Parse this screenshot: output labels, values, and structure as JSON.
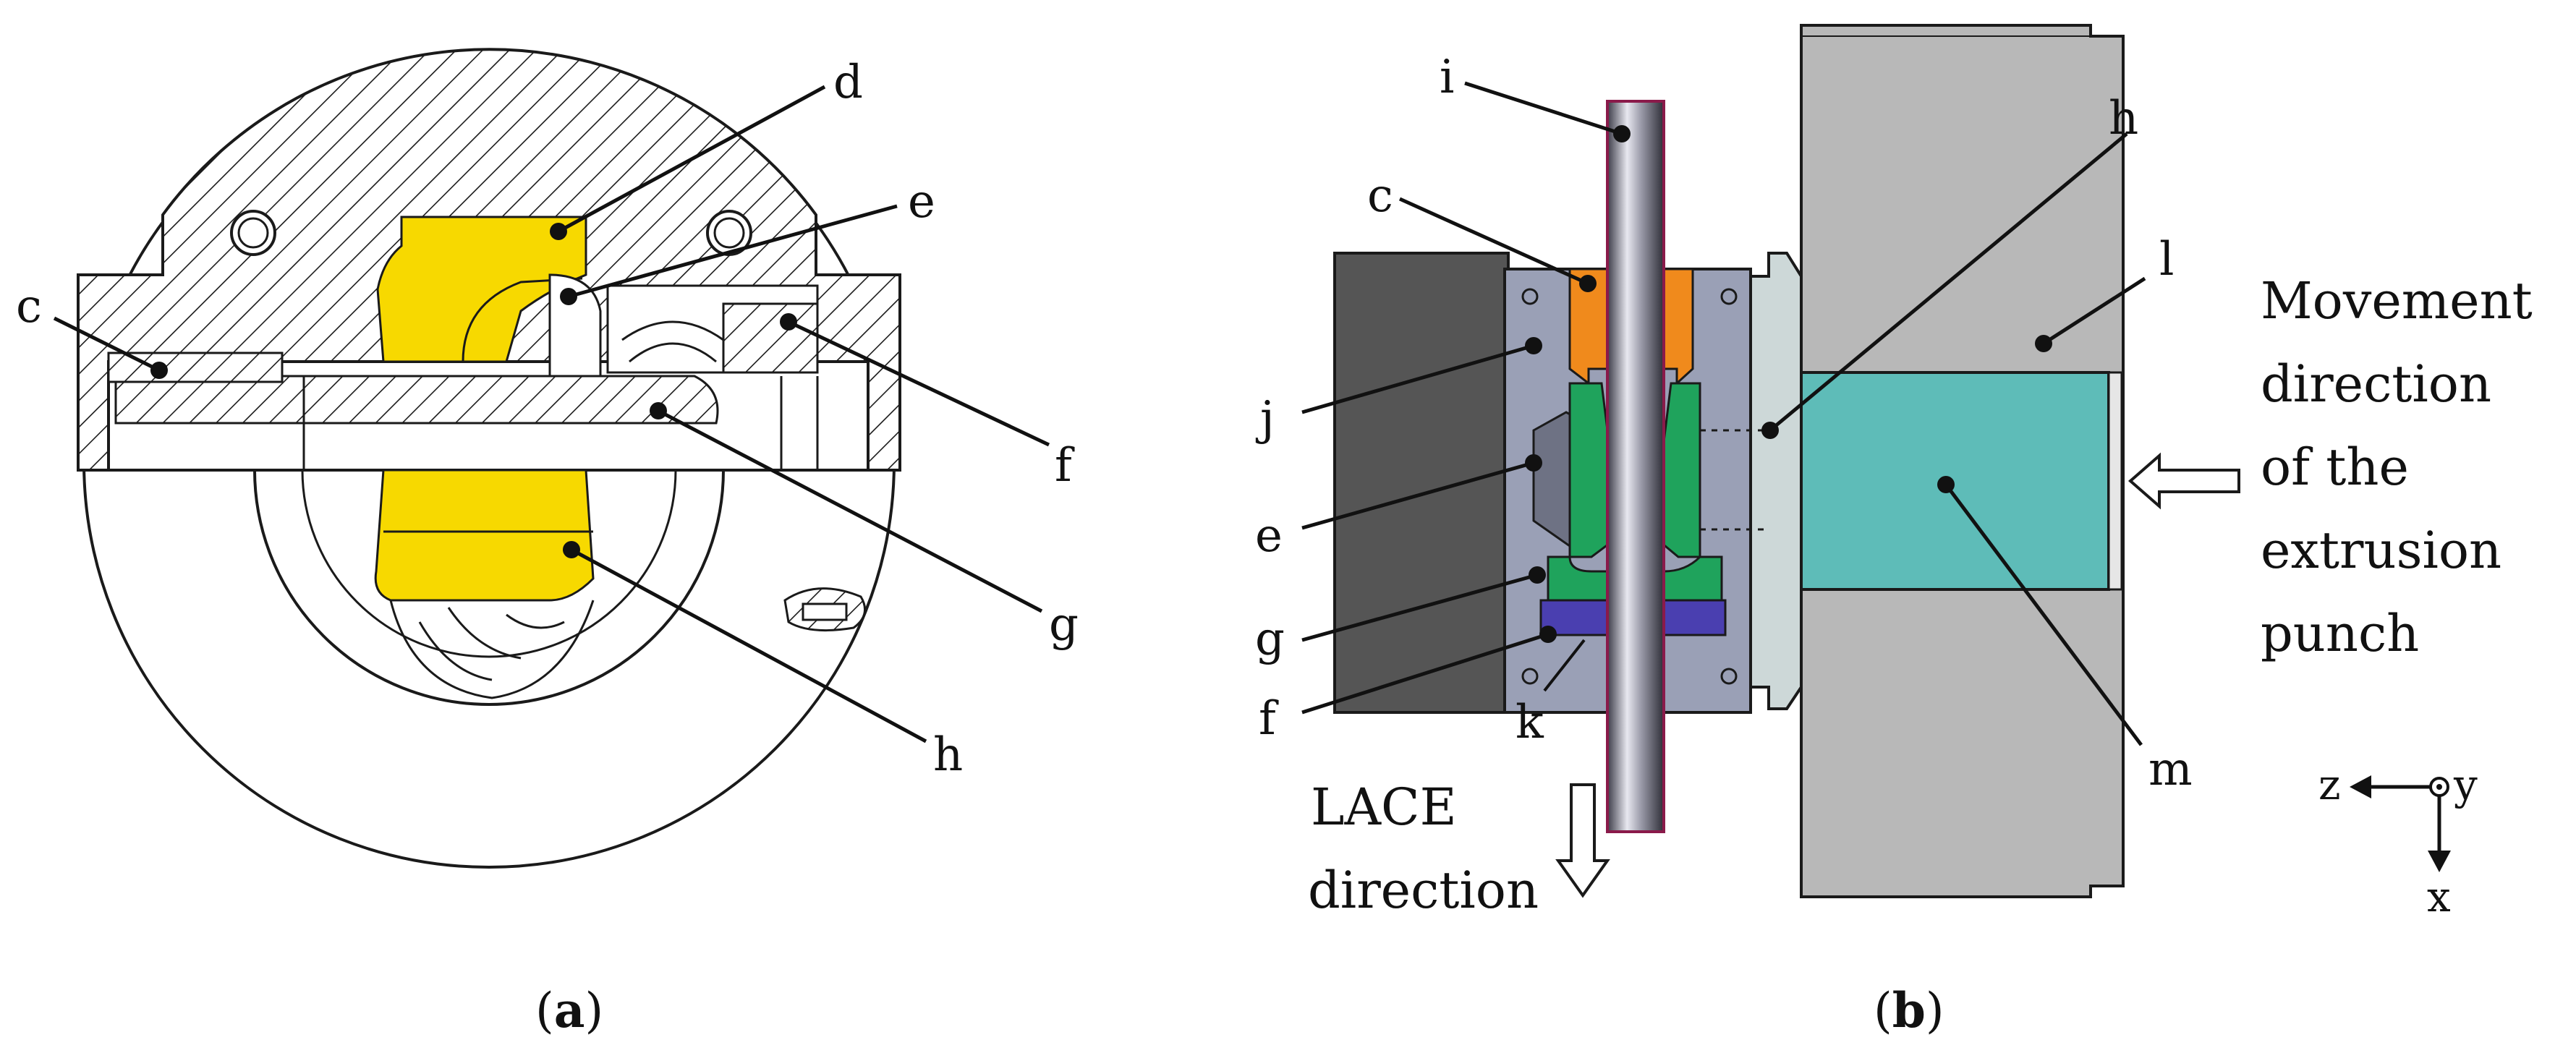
{
  "panels": {
    "a": {
      "caption_open": "(",
      "caption_letter": "a",
      "caption_close": ")",
      "labels": {
        "c": "c",
        "d": "d",
        "e": "e",
        "f": "f",
        "g": "g",
        "h": "h"
      }
    },
    "b": {
      "caption_open": "(",
      "caption_letter": "b",
      "caption_close": ")",
      "labels": {
        "c": "c",
        "e": "e",
        "f": "f",
        "g": "g",
        "h": "h",
        "i": "i",
        "j": "j",
        "k": "k",
        "l": "l",
        "m": "m"
      },
      "movement_note": [
        "Movement",
        "direction",
        "of the",
        "extrusion",
        "punch"
      ],
      "lace_note": [
        "LACE",
        "direction"
      ],
      "axes": {
        "z": "z",
        "y": "y",
        "x": "x"
      }
    }
  },
  "colors": {
    "yellow_part": "#f7d900",
    "orange_part": "#f08a1c",
    "green_part": "#1fa35c",
    "purple_part": "#4a3fb0",
    "teal_punch": "#5ebcb8",
    "grey_die": "#b8b8b8",
    "dark_block": "#555555",
    "tool_body": "#9aa0b6",
    "plate": "#cdd8d8"
  }
}
